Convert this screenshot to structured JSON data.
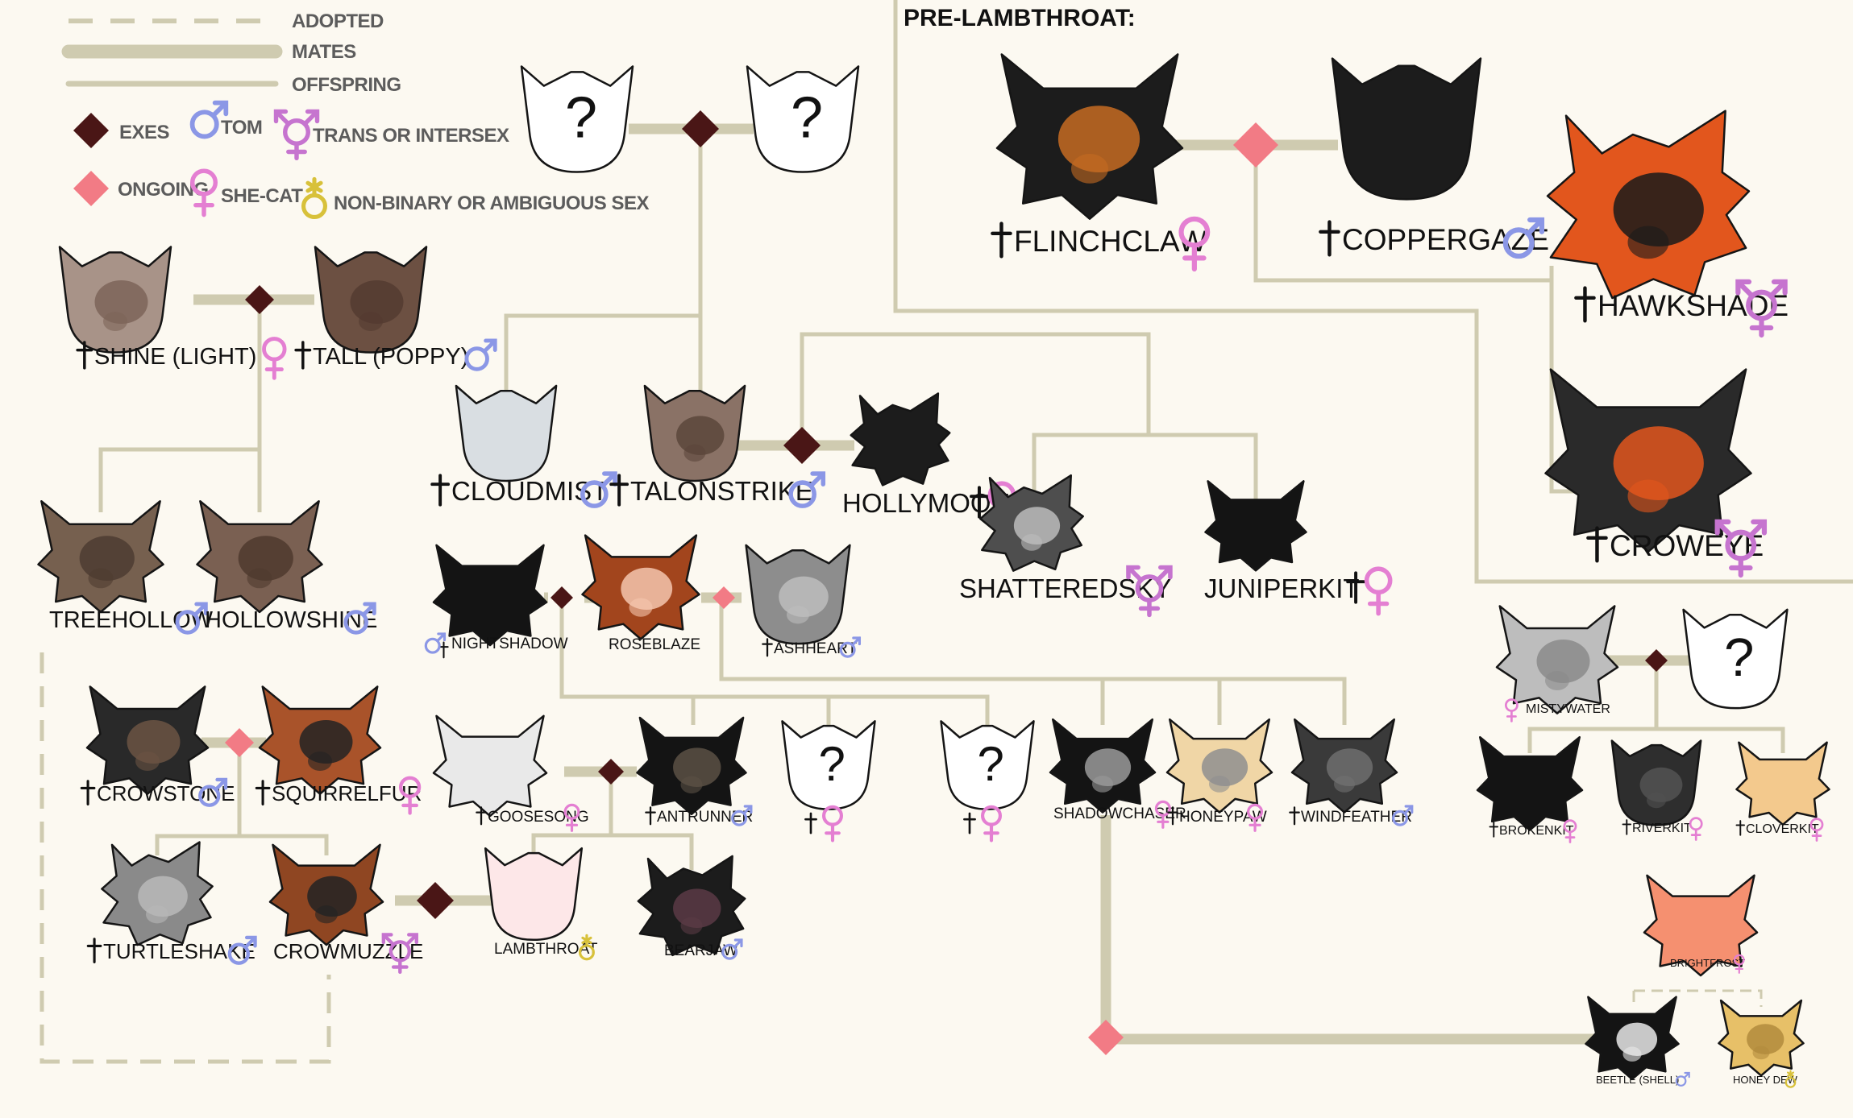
{
  "legend": {
    "adopted": "ADOPTED",
    "mates": "MATES",
    "offspring": "OFFSPRING",
    "exes": "EXES",
    "ongoing": "ONGOING",
    "tom": "TOM",
    "trans_intersex": "TRANS OR INTERSEX",
    "she_cat": "SHE-CAT",
    "nonbinary": "NON-BINARY OR AMBIGUOUS SEX"
  },
  "section_title": "PRE-LAMBTHROAT:",
  "colors": {
    "line": "#cfcbb0",
    "exes": "#4a1616",
    "ongoing": "#f27b85",
    "tom": "#8b97e6",
    "she_cat": "#e47fd2",
    "trans": "#c674cf",
    "nonbinary": "#d8c13a",
    "outline": "#151515"
  },
  "unknown_mark": "?",
  "cats": [
    {
      "id": "unknown-top-1",
      "name": "",
      "dead": false,
      "sex": ""
    },
    {
      "id": "unknown-top-2",
      "name": "",
      "dead": false,
      "sex": ""
    },
    {
      "id": "shine",
      "name": "SHINE (LIGHT)",
      "dead": true,
      "sex": "she-cat"
    },
    {
      "id": "tall",
      "name": "TALL (POPPY)",
      "dead": true,
      "sex": "tom"
    },
    {
      "id": "treehollow",
      "name": "TREEHOLLOW",
      "dead": false,
      "sex": "tom"
    },
    {
      "id": "hollowshine",
      "name": "HOLLOWSHINE",
      "dead": false,
      "sex": "tom"
    },
    {
      "id": "cloudmist",
      "name": "CLOUDMIST",
      "dead": true,
      "sex": "tom"
    },
    {
      "id": "talonstrike",
      "name": "TALONSTRIKE",
      "dead": true,
      "sex": "tom"
    },
    {
      "id": "hollymoon",
      "name": "HOLLYMOON",
      "dead": true,
      "sex": "she-cat"
    },
    {
      "id": "shatteredsky",
      "name": "SHATTEREDSKY",
      "dead": false,
      "sex": "trans"
    },
    {
      "id": "juniperkit",
      "name": "JUNIPERKIT",
      "dead": true,
      "sex": "she-cat"
    },
    {
      "id": "flinchclaw",
      "name": "FLINCHCLAW",
      "dead": true,
      "sex": "she-cat"
    },
    {
      "id": "coppergaze",
      "name": "COPPERGAZE",
      "dead": true,
      "sex": "tom"
    },
    {
      "id": "hawkshade",
      "name": "HAWKSHADE",
      "dead": true,
      "sex": "trans"
    },
    {
      "id": "croweye",
      "name": "CROWEYE",
      "dead": true,
      "sex": "trans"
    },
    {
      "id": "nightshadow",
      "name": "NIGHTSHADOW",
      "dead": true,
      "sex": "tom"
    },
    {
      "id": "roseblaze",
      "name": "ROSEBLAZE",
      "dead": false,
      "sex": ""
    },
    {
      "id": "ashheart",
      "name": "ASHHEART",
      "dead": true,
      "sex": "tom"
    },
    {
      "id": "crowstone",
      "name": "CROWSTONE",
      "dead": true,
      "sex": "tom"
    },
    {
      "id": "squirrelfur",
      "name": "SQUIRRELFUR",
      "dead": true,
      "sex": "she-cat"
    },
    {
      "id": "turtleshake",
      "name": "TURTLESHAKE",
      "dead": true,
      "sex": "tom"
    },
    {
      "id": "crowmuzzle",
      "name": "CROWMUZZLE",
      "dead": false,
      "sex": "trans"
    },
    {
      "id": "lambthroat",
      "name": "LAMBTHROAT",
      "dead": false,
      "sex": "nonbinary"
    },
    {
      "id": "goosesong",
      "name": "GOOSESONG",
      "dead": true,
      "sex": "she-cat"
    },
    {
      "id": "antrunner",
      "name": "ANTRUNNER",
      "dead": true,
      "sex": "tom"
    },
    {
      "id": "bearjaw",
      "name": "BEARJAW",
      "dead": false,
      "sex": "tom"
    },
    {
      "id": "unknown-1",
      "name": "",
      "dead": true,
      "sex": "she-cat"
    },
    {
      "id": "unknown-2",
      "name": "",
      "dead": true,
      "sex": "she-cat"
    },
    {
      "id": "shadowchaser",
      "name": "SHADOWCHASER",
      "dead": false,
      "sex": "she-cat"
    },
    {
      "id": "honeypaw",
      "name": "HONEYPAW",
      "dead": true,
      "sex": "she-cat"
    },
    {
      "id": "windfeather",
      "name": "WINDFEATHER",
      "dead": true,
      "sex": "tom"
    },
    {
      "id": "mistywater",
      "name": "MISTYWATER",
      "dead": false,
      "sex": "she-cat"
    },
    {
      "id": "unknown-3",
      "name": "",
      "dead": false,
      "sex": ""
    },
    {
      "id": "brokenkit",
      "name": "BROKENKIT",
      "dead": true,
      "sex": "she-cat"
    },
    {
      "id": "riverkit",
      "name": "RIVERKIT",
      "dead": true,
      "sex": "she-cat"
    },
    {
      "id": "cloverkit",
      "name": "CLOVERKIT",
      "dead": true,
      "sex": "she-cat"
    },
    {
      "id": "brightfrost",
      "name": "BRIGHTFROST",
      "dead": false,
      "sex": "she-cat"
    },
    {
      "id": "beetle",
      "name": "BEETLE (SHELL)",
      "dead": false,
      "sex": "tom"
    },
    {
      "id": "honeydew",
      "name": "HONEY DEW",
      "dead": false,
      "sex": "nonbinary"
    }
  ]
}
